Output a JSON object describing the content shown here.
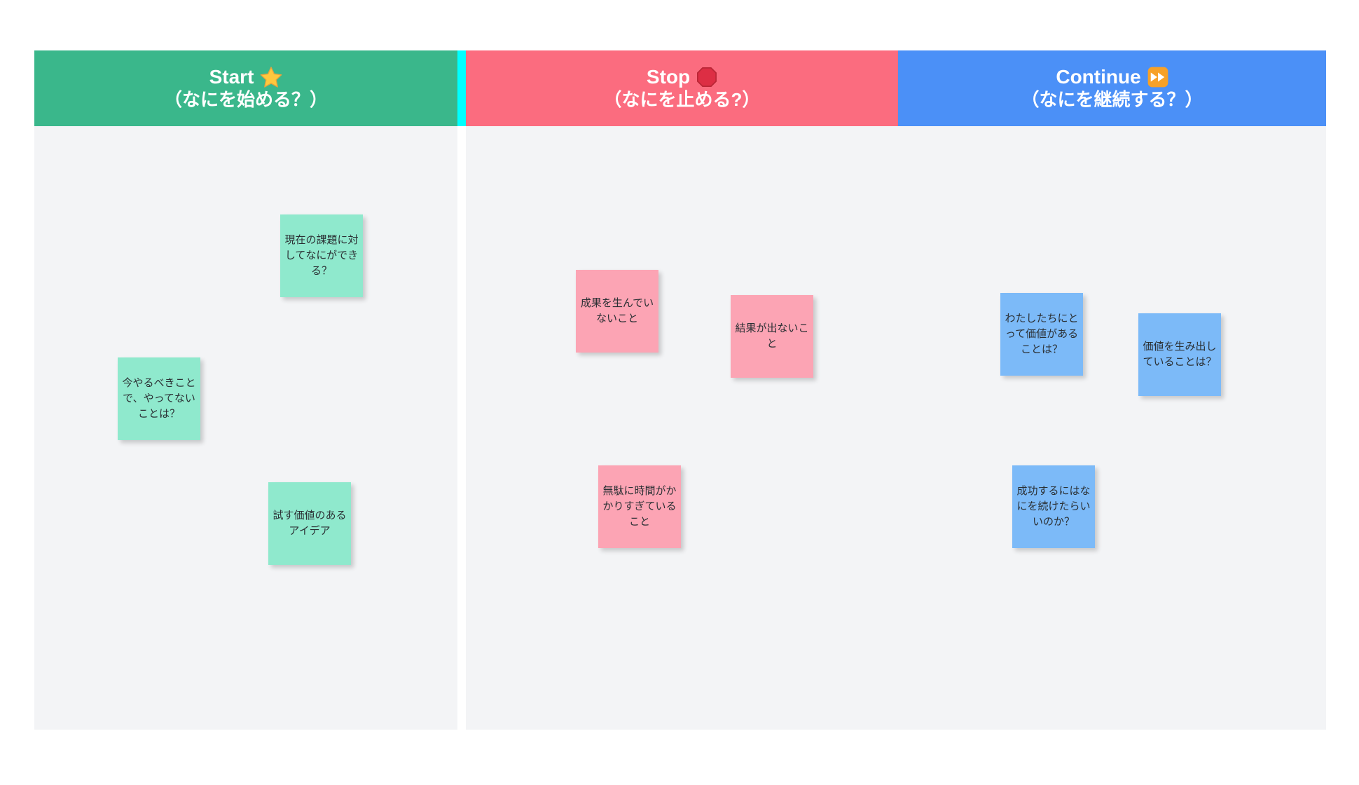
{
  "board": {
    "description": "Start / Stop / Continue retrospective whiteboard",
    "colors": {
      "start_header": "#3ab78b",
      "stop_header": "#fb6c7f",
      "continue_header": "#4b90f7",
      "panel_background": "#f3f4f6",
      "header_divider_highlight": "#00ffff",
      "note_teal": "#8fe9cd",
      "note_pink": "#fca4b4",
      "note_blue": "#7cbaf8"
    },
    "columns": [
      {
        "id": "start",
        "title": "Start",
        "emoji_icon": "star-icon",
        "subtitle": "（なにを始める？）"
      },
      {
        "id": "stop",
        "title": "Stop",
        "emoji_icon": "stop-sign-icon",
        "subtitle": "（なにを止める?）"
      },
      {
        "id": "continue",
        "title": "Continue",
        "emoji_icon": "fast-forward-icon",
        "subtitle": "（なにを継続する？）"
      }
    ],
    "notes": [
      {
        "column": "start",
        "color": "teal",
        "text": "現在の課題に対してなにができる？"
      },
      {
        "column": "start",
        "color": "teal",
        "text": "今やるべきことで、やってないことは？"
      },
      {
        "column": "start",
        "color": "teal",
        "text": "試す価値のあるアイデア"
      },
      {
        "column": "stop",
        "color": "pink",
        "text": "成果を生んでいないこと"
      },
      {
        "column": "stop",
        "color": "pink",
        "text": "結果が出ないこと"
      },
      {
        "column": "stop",
        "color": "pink",
        "text": "無駄に時間がかかりすぎていること"
      },
      {
        "column": "continue",
        "color": "blue",
        "text": "わたしたちにとって価値があることは？"
      },
      {
        "column": "continue",
        "color": "blue",
        "text": "価値を生み出していることは？"
      },
      {
        "column": "continue",
        "color": "blue",
        "text": "成功するにはなにを続けたらいいのか？"
      }
    ]
  }
}
